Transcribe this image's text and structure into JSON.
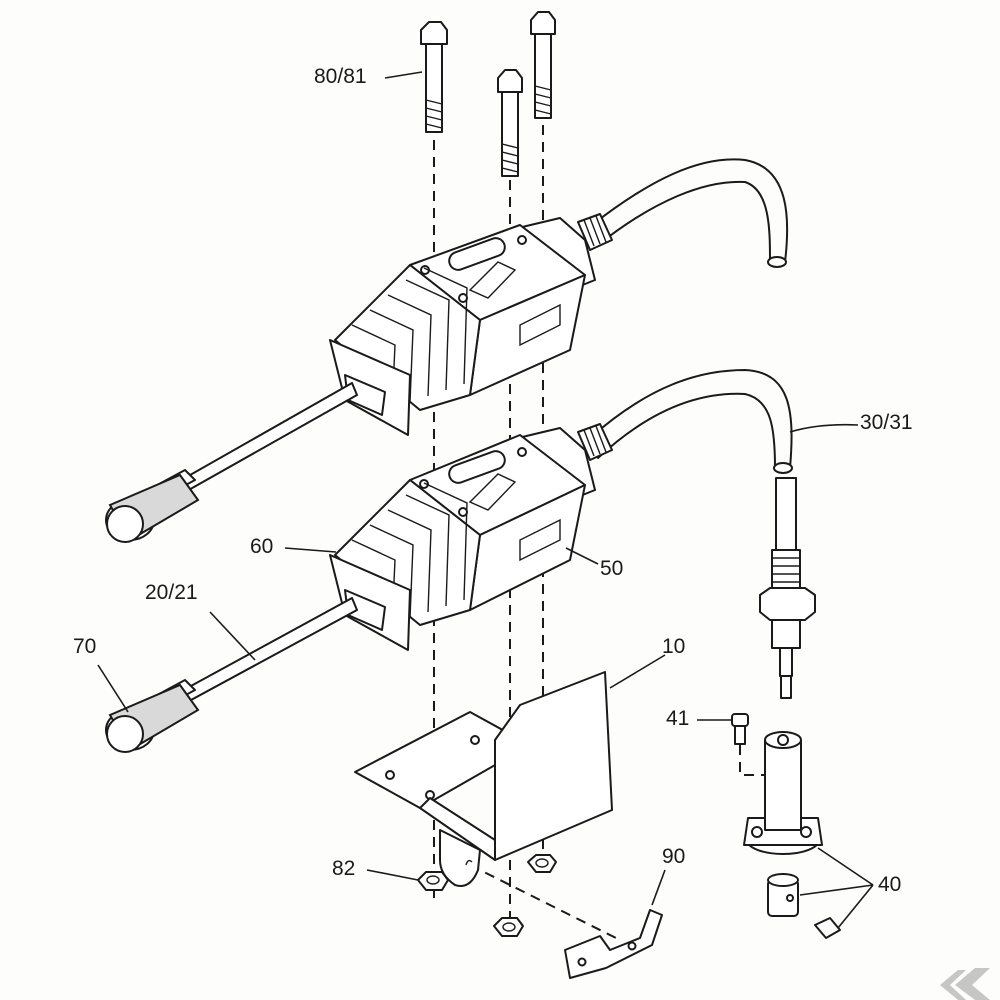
{
  "callouts": {
    "c8081": "80/81",
    "c3031": "30/31",
    "c60": "60",
    "c50": "50",
    "c2021": "20/21",
    "c70": "70",
    "c10": "10",
    "c41": "41",
    "c82": "82",
    "c90": "90",
    "c40": "40"
  },
  "colors": {
    "ink": "#1a1a1a",
    "paper": "#fdfdfb",
    "shading": "#d9d9d9"
  }
}
